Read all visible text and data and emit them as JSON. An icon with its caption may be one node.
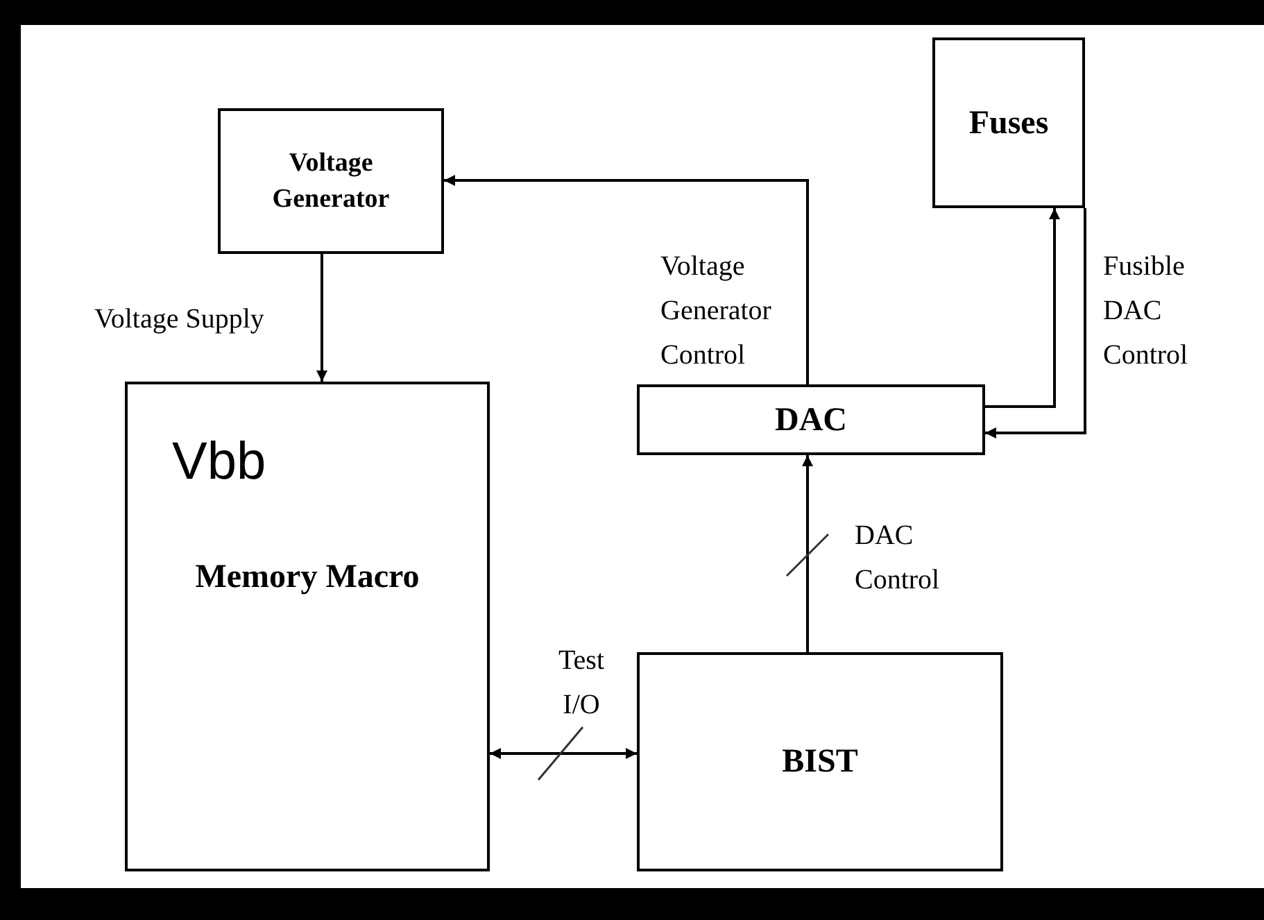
{
  "diagram": {
    "nodes": [
      {
        "text": [
          "Voltage Generator"
        ]
      },
      {
        "text": [
          "Vbb",
          "Memory Macro"
        ]
      },
      {
        "text": [
          "DAC"
        ]
      },
      {
        "text": [
          "Fuses"
        ]
      },
      {
        "text": [
          "BIST"
        ]
      }
    ],
    "edges": [
      {
        "from": 0,
        "to": 1,
        "arrow": "to",
        "label": "Voltage Supply"
      },
      {
        "from": 2,
        "to": 0,
        "arrow": "to",
        "label": "Voltage Generator Control"
      },
      {
        "from": 2,
        "to": 3,
        "arrow": "to"
      },
      {
        "from": 3,
        "to": 2,
        "arrow": "to",
        "label": "Fusible DAC Control"
      },
      {
        "from": 4,
        "to": 2,
        "arrow": "to",
        "label": "DAC Control"
      },
      {
        "from": 1,
        "to": 4,
        "arrow": "both",
        "label": "Test I/O"
      }
    ]
  }
}
